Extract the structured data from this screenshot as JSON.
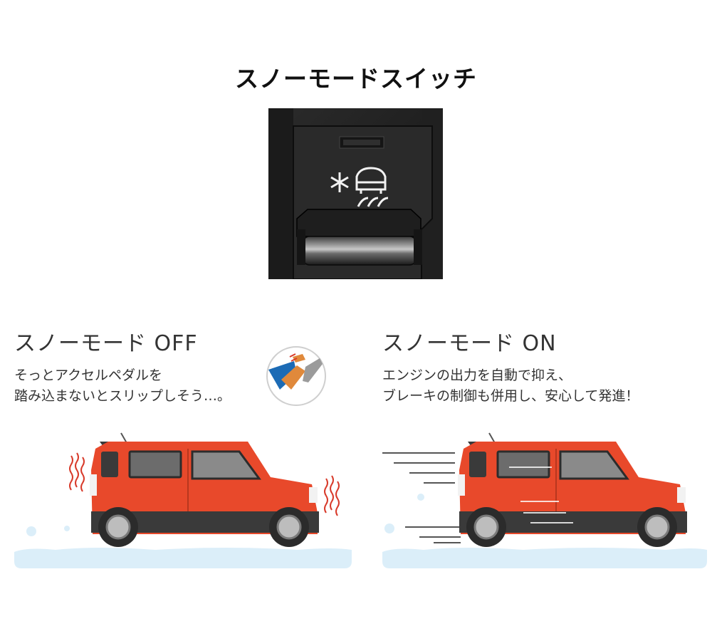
{
  "page": {
    "title": "スノーモードスイッチ"
  },
  "switch": {
    "icon": "snow-traction-icon"
  },
  "mode_off": {
    "title": "スノーモード OFF",
    "description_lines": [
      "そっとアクセルペダルを",
      "踏み込まないとスリップしそう…。"
    ],
    "icon": "foot-on-pedal-icon",
    "car_color": "#e8492b"
  },
  "mode_on": {
    "title": "スノーモード ON",
    "description_lines": [
      "エンジンの出力を自動で抑え、",
      "ブレーキの制御も併用し、安心して発進！"
    ],
    "car_color": "#e8492b"
  },
  "colors": {
    "snow": "#dbeef9",
    "car_body": "#e8492b",
    "car_roof": "#3a3a3a",
    "slip_lines": "#d83a2a",
    "pedal_blue": "#1c6bb5",
    "pedal_orange": "#e0893b"
  }
}
